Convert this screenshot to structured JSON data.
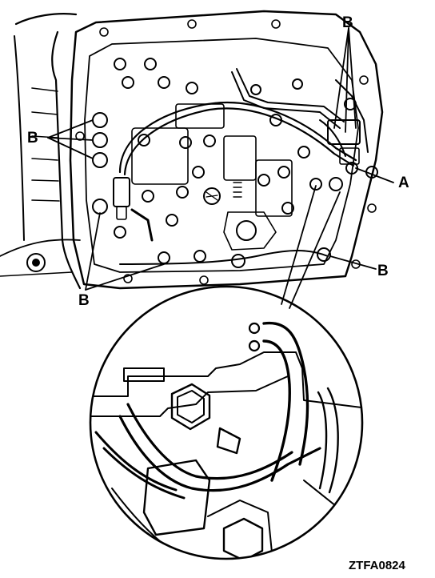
{
  "callouts": {
    "a": "A",
    "b": "B"
  },
  "figure_code": "ZTFA0824",
  "colors": {
    "ink": "#000000",
    "paper": "#ffffff"
  }
}
